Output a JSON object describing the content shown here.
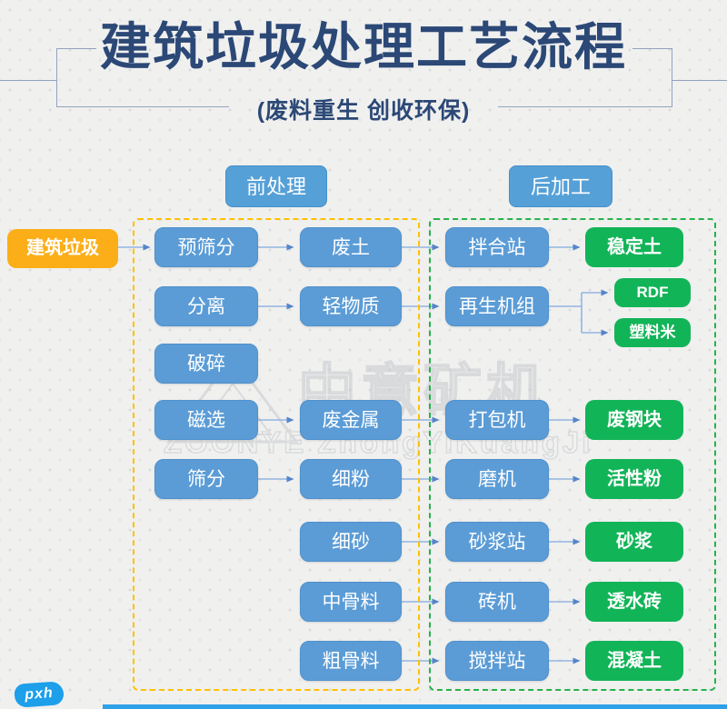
{
  "title": {
    "text": "建筑垃圾处理工艺流程",
    "subtitle": "(废料重生  创收环保)"
  },
  "section_headers": {
    "pre": "前处理",
    "post": "后加工"
  },
  "source_label": "建筑垃圾",
  "flow": {
    "blue_labels": [
      "预筛分",
      "废土",
      "拌合站",
      "分离",
      "轻物质",
      "再生机组",
      "破碎",
      "磁选",
      "废金属",
      "打包机",
      "筛分",
      "细粉",
      "磨机",
      "细砂",
      "砂浆站",
      "中骨料",
      "砖机",
      "粗骨料",
      "搅拌站"
    ],
    "green_labels": [
      "稳定土",
      "RDF",
      "塑料米",
      "废钢块",
      "活性粉",
      "砂浆",
      "透水砖",
      "混凝土"
    ]
  },
  "watermark": {
    "logo_icon": "triangle-logo",
    "cn": "中意矿机",
    "en": "ZOONYE ZhongYiKuangJi"
  },
  "badge_label": "pxh",
  "colors": {
    "title_text": "#2B4876",
    "blue_box": "#5B9CD6",
    "green_box": "#12B458",
    "yellow_box": "#FBAE17",
    "pre_region_dash": "#FFC000",
    "post_region_dash": "#26B24B",
    "arrow_line": "#93B5E0",
    "arrow_head": "#5585C8",
    "accent_bar": "#2F9FE8"
  }
}
